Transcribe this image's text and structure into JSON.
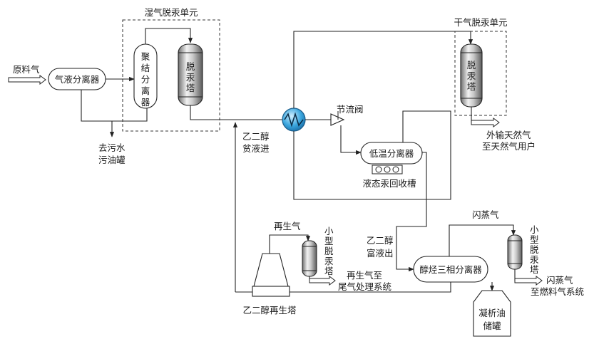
{
  "units": {
    "wet_unit": "湿气脱汞单元",
    "dry_unit": "干气脱汞单元"
  },
  "feed": "原料气",
  "equipment": {
    "gas_liquid_separator": "气液分离器",
    "coalescing_separator": "聚结分离器",
    "mercury_removal_tower": "脱汞塔",
    "throttle_valve": "节流阀",
    "low_temp_separator": "低温分离器",
    "liquid_mercury_tank": "液态汞回收槽",
    "three_phase_separator": "醇烃三相分离器",
    "small_mercury_tower": "小型脱汞塔",
    "condensate_tank": "凝析油储罐",
    "glycol_regen_tower": "乙二醇再生塔"
  },
  "streams": {
    "to_sewage": [
      "去污水",
      "污油罐"
    ],
    "lean_glycol_in": [
      "乙二醇",
      "贫液进"
    ],
    "export_gas": [
      "外输天然气",
      "至天然气用户"
    ],
    "rich_glycol_out": [
      "乙二醇",
      "富液出"
    ],
    "flash_gas": "闪蒸气",
    "flash_gas_out": [
      "闪蒸气",
      "至燃料气系统"
    ],
    "regen_gas": "再生气",
    "regen_gas_out": [
      "再生气至",
      "尾气处理系统"
    ]
  }
}
